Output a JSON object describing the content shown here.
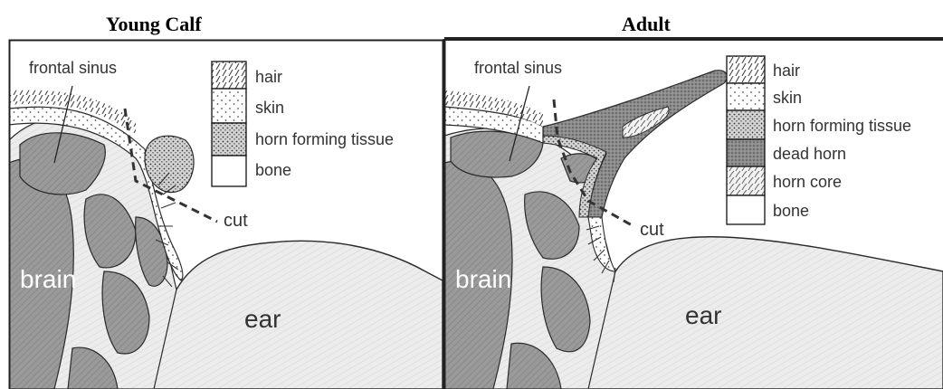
{
  "panels": {
    "left": {
      "title": "Young Calf",
      "labels": {
        "frontal_sinus": "frontal sinus",
        "brain": "brain",
        "ear": "ear",
        "cut": "cut"
      },
      "legend": [
        "hair",
        "skin",
        "horn forming tissue",
        "bone"
      ]
    },
    "right": {
      "title": "Adult",
      "labels": {
        "frontal_sinus": "frontal sinus",
        "brain": "brain",
        "ear": "ear",
        "cut": "cut"
      },
      "legend": [
        "hair",
        "skin",
        "horn forming tissue",
        "dead horn",
        "horn core",
        "bone"
      ]
    }
  },
  "colors": {
    "bone_fill": "#e6e6e6",
    "dark_bone": "#a6a6a6",
    "brain_fill": "#8f8f8f",
    "horn_forming": "#c4c4c4",
    "dead_horn": "#8a8a8a",
    "outline": "#2a2a2a"
  }
}
